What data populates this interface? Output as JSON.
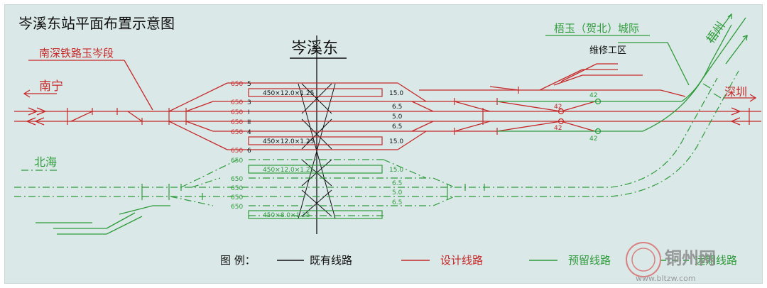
{
  "title": "岑溪东站平面布置示意图",
  "station_name": "岑溪东",
  "labels": {
    "nanshen_line": "南深铁路玉岑段",
    "nanning": "南宁",
    "beihai": "北海",
    "wuyu_line": "梧玉（贺北）城际",
    "depot": "维修工区",
    "wuzhou": "梧州",
    "shenzhen": "深圳"
  },
  "track_numbers": {
    "upper": [
      "5",
      "3",
      "I",
      "II",
      "4",
      "6"
    ],
    "upper_len": [
      "650",
      "650",
      "650",
      "650",
      "650",
      "650"
    ],
    "lower_len": [
      "650",
      "650",
      "650",
      "650",
      "650"
    ]
  },
  "platforms": {
    "p1": "450×12.0×1.25",
    "p2": "450×12.0×1.25",
    "p3": "450×12.0×1.25",
    "p4": "450×8.0×1.25"
  },
  "spacings": {
    "upper": [
      "15.0",
      "6.5",
      "5.0",
      "6.5",
      "15.0"
    ],
    "lower": [
      "15.0",
      "6.5",
      "5.0",
      "6.5"
    ]
  },
  "switch_numbers": [
    "42",
    "42",
    "42",
    "42"
  ],
  "legend": {
    "title": "图  例：",
    "existing": "既有线路",
    "design": "设计线路",
    "reserved": "预留线路",
    "distant": "远期线路"
  },
  "watermark": {
    "name": "铜州网",
    "url": "www.bltzw.com"
  },
  "colors": {
    "background": "#dbe8e8",
    "design": "#c62828",
    "reserved": "#2e9b3a",
    "existing": "#111111"
  }
}
